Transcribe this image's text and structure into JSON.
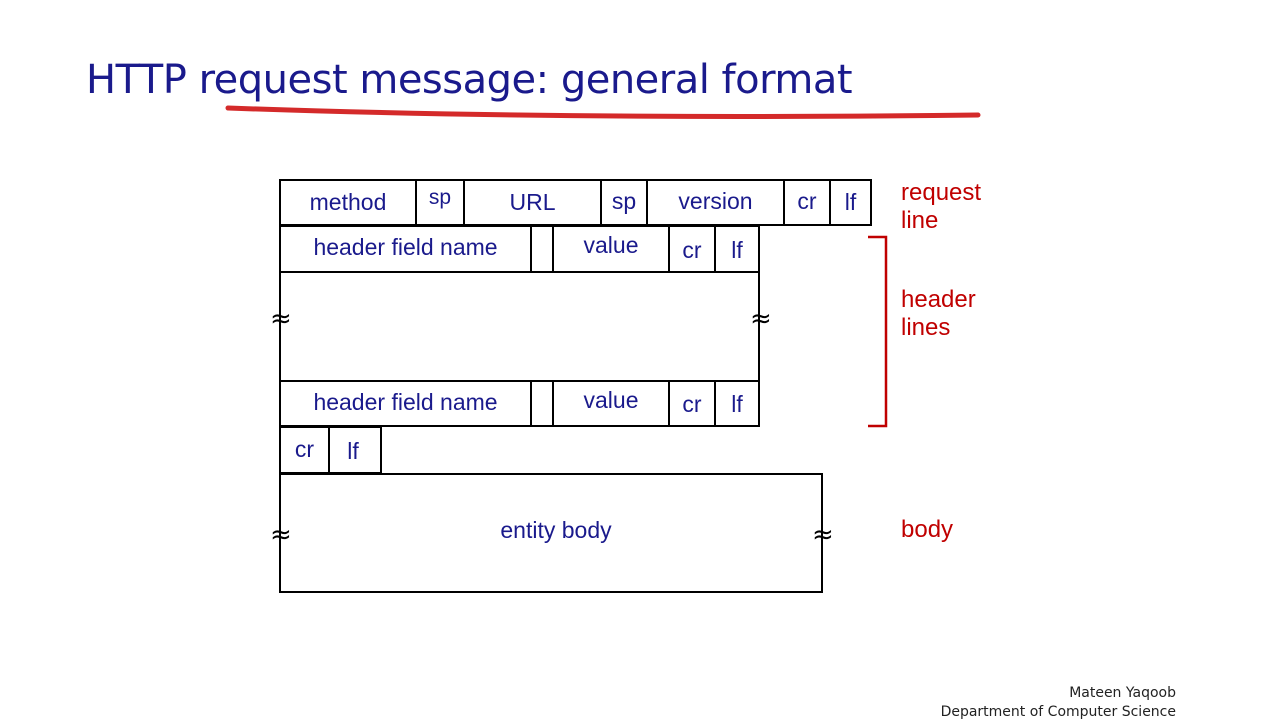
{
  "title": {
    "prefix": "HTTP",
    "main": " request message: general format"
  },
  "colors": {
    "title": "#1a1a8c",
    "field_text": "#1a1a8c",
    "side_label": "#c00000",
    "underline": "#d42a2a"
  },
  "request_line": {
    "method": "method",
    "sp1": "sp",
    "url": "URL",
    "sp2": "sp",
    "version": "version",
    "cr": "cr",
    "lf": "lf"
  },
  "header_line_1": {
    "name": "header field name",
    "value": "value",
    "cr": "cr",
    "lf": "lf"
  },
  "header_line_2": {
    "name": "header field name",
    "value": "value",
    "cr": "cr",
    "lf": "lf"
  },
  "blank_line": {
    "cr": "cr",
    "lf": "lf"
  },
  "entity": {
    "label": "entity body"
  },
  "ellipsis_symbol": "≈",
  "side_labels": {
    "request_line": "request\nline",
    "header_lines": "header\nlines",
    "body": "body"
  },
  "footer": {
    "author": "Mateen Yaqoob",
    "department": "Department of Computer Science"
  }
}
